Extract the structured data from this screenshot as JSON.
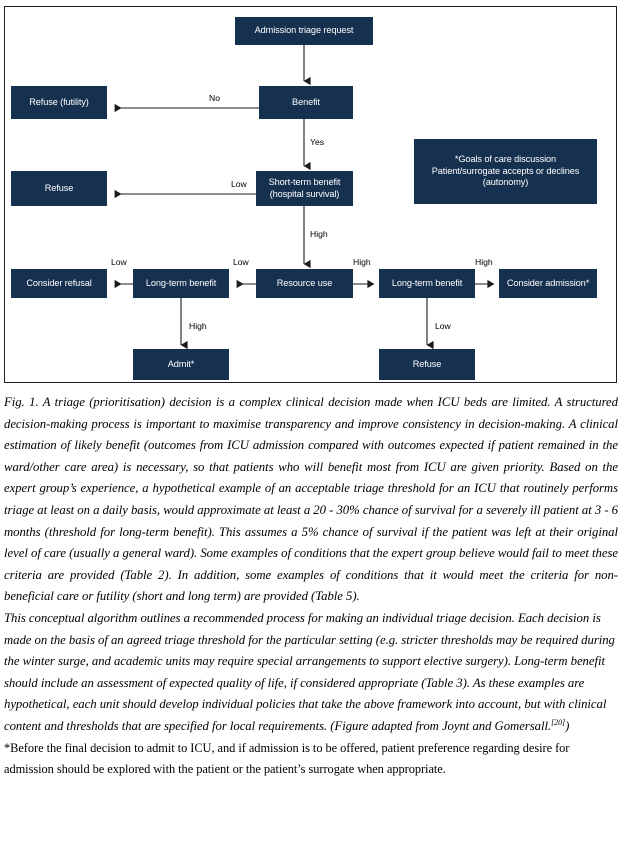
{
  "figure": {
    "box_fill_color": "#16304f",
    "frame_color": "#231f20",
    "nodes": [
      {
        "id": "admission-triage-request",
        "label": "Admission triage request"
      },
      {
        "id": "refuse-futility",
        "label": "Refuse (futility)"
      },
      {
        "id": "benefit",
        "label": "Benefit"
      },
      {
        "id": "goals-of-care",
        "label": "*Goals of care discussion\nPatient/surrogate accepts or declines\n(autonomy)"
      },
      {
        "id": "refuse-short-term",
        "label": "Refuse"
      },
      {
        "id": "short-term-benefit",
        "label": "Short-term benefit\n(hospital survival)"
      },
      {
        "id": "consider-refusal",
        "label": "Consider refusal"
      },
      {
        "id": "long-term-benefit-left",
        "label": "Long-term benefit"
      },
      {
        "id": "resource-use",
        "label": "Resource use"
      },
      {
        "id": "long-term-benefit-right",
        "label": "Long-term benefit"
      },
      {
        "id": "consider-admission",
        "label": "Consider admission*"
      },
      {
        "id": "admit",
        "label": "Admit*"
      },
      {
        "id": "refuse-long-term",
        "label": "Refuse"
      }
    ],
    "edge_labels": {
      "benefit_no": "No",
      "benefit_yes": "Yes",
      "short_term_low": "Low",
      "short_term_high": "High",
      "resource_low": "Low",
      "resource_high": "High",
      "ltb_left_low": "Low",
      "ltb_left_high": "High",
      "ltb_right_high": "High",
      "ltb_right_low": "Low"
    }
  },
  "caption": {
    "paragraph1": "Fig. 1. A triage (prioritisation) decision is a complex clinical decision made when ICU beds are limited. A structured decision-making process is important to maximise transparency and improve consistency in decision-making. A clinical estimation of likely benefit (outcomes from ICU admission compared with outcomes expected if patient remained in the ward/other care area) is necessary, so that patients who will benefit most from ICU are given priority. Based on the expert group’s experience, a hypothetical example of an acceptable triage threshold for an ICU that routinely performs triage at least on a daily basis, would approximate at least a 20 - 30% chance of survival for a severely ill patient at 3 - 6 months (threshold for long-term benefit). This assumes a 5% chance of survival if the patient was left at their original level of care (usually a general ward). Some examples of conditions that the expert group believe would fail to meet these criteria are provided (Table 2). In addition, some examples of conditions that it would meet the criteria for non-beneficial care or futility (short and long term) are provided (Table 5).",
    "paragraph2_pre": "This conceptual algorithm outlines a recommended process for making an individual triage decision. Each decision is made on the basis of an agreed triage threshold for the particular setting (e.g. stricter thresholds may be required during the winter surge, and academic units may require special arrangements to support elective surgery). Long-term benefit should include an assessment of expected quality of life, if considered appropriate (Table 3). As these examples are hypothetical, each unit should develop individual policies that take the above framework into account, but with clinical content and thresholds that are specified for local requirements. (Figure adapted from Joynt and Gomersall.",
    "paragraph2_ref": "[20]",
    "paragraph2_post": ")",
    "footnote": "*Before the final decision to admit to ICU, and if admission is to be offered, patient preference regarding desire for admission should be explored with the patient or the patient’s surrogate when appropriate."
  }
}
